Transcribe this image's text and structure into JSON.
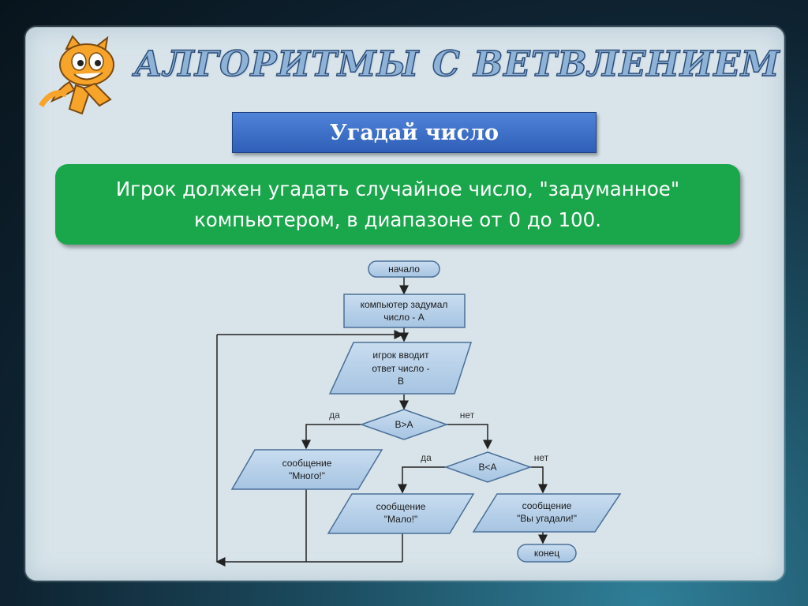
{
  "slide": {
    "title": "АЛГОРИТМЫ С ВЕТВЛЕНИЕМ",
    "subtitle": "Угадай число",
    "description_line1": "Игрок должен угадать случайное число, \"задуманное\"",
    "description_line2": "компьютером, в диапазоне от 0 до 100."
  },
  "flowchart": {
    "start": "начало",
    "computer_line1": "компьютер задумал",
    "computer_line2": "число - А",
    "input_line1": "игрок вводит",
    "input_line2": "ответ число -",
    "input_line3": "В",
    "cond1": "В>А",
    "cond2": "В<А",
    "yes1": "да",
    "no1": "нет",
    "yes2": "да",
    "no2": "нет",
    "msg_many_line1": "сообщение",
    "msg_many_line2": "\"Много!\"",
    "msg_few_line1": "сообщение",
    "msg_few_line2": "\"Мало!\"",
    "msg_win_line1": "сообщение",
    "msg_win_line2": "\"Вы угадали!\"",
    "end": "конец"
  },
  "colors": {
    "shape_fill": "#b4cfe8",
    "shape_stroke": "#4a6f98",
    "subtitle_bg": "#3e71c8",
    "green_box": "#1aa64b"
  },
  "icons": {
    "mascot": "scratch-cat-icon"
  }
}
